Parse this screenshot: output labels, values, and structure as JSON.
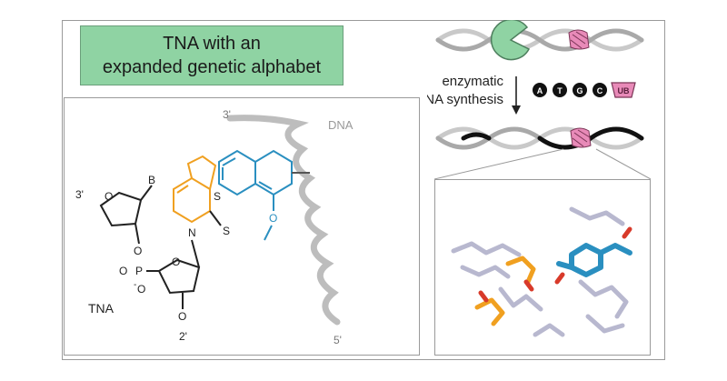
{
  "title": {
    "line1": "TNA with an",
    "line2": "expanded genetic alphabet"
  },
  "process": {
    "line1": "enzymatic",
    "line2": "TNA synthesis"
  },
  "nucleotides": [
    "A",
    "T",
    "G",
    "C",
    "UB"
  ],
  "chemistry": {
    "dna_label": "DNA",
    "dna_3prime": "3'",
    "dna_5prime": "5'",
    "tna_label": "TNA",
    "sugar1_3prime": "3'",
    "sugar1_O": "O",
    "base_B": "B",
    "phosphate_O": "O",
    "phosphate_P": "P",
    "phosphate_O2": "O",
    "phosphate_Ominus": "O",
    "phosphate_charge": "-",
    "sugar2_O_ring": "O",
    "sugar2_O_link": "O",
    "sugar2_2prime": "2'",
    "ring_S": "S",
    "thione_S": "S",
    "ring_N": "N",
    "methoxy_O": "O"
  },
  "colors": {
    "title_bg": "#8fd3a3",
    "enzyme": "#8fd3a3",
    "pink_base": "#e88ab8",
    "orange_base": "#f0a020",
    "blue_base": "#2a8fc0",
    "stick_grey": "#b8b8cf",
    "dna_grey": "#bdbdbd"
  }
}
